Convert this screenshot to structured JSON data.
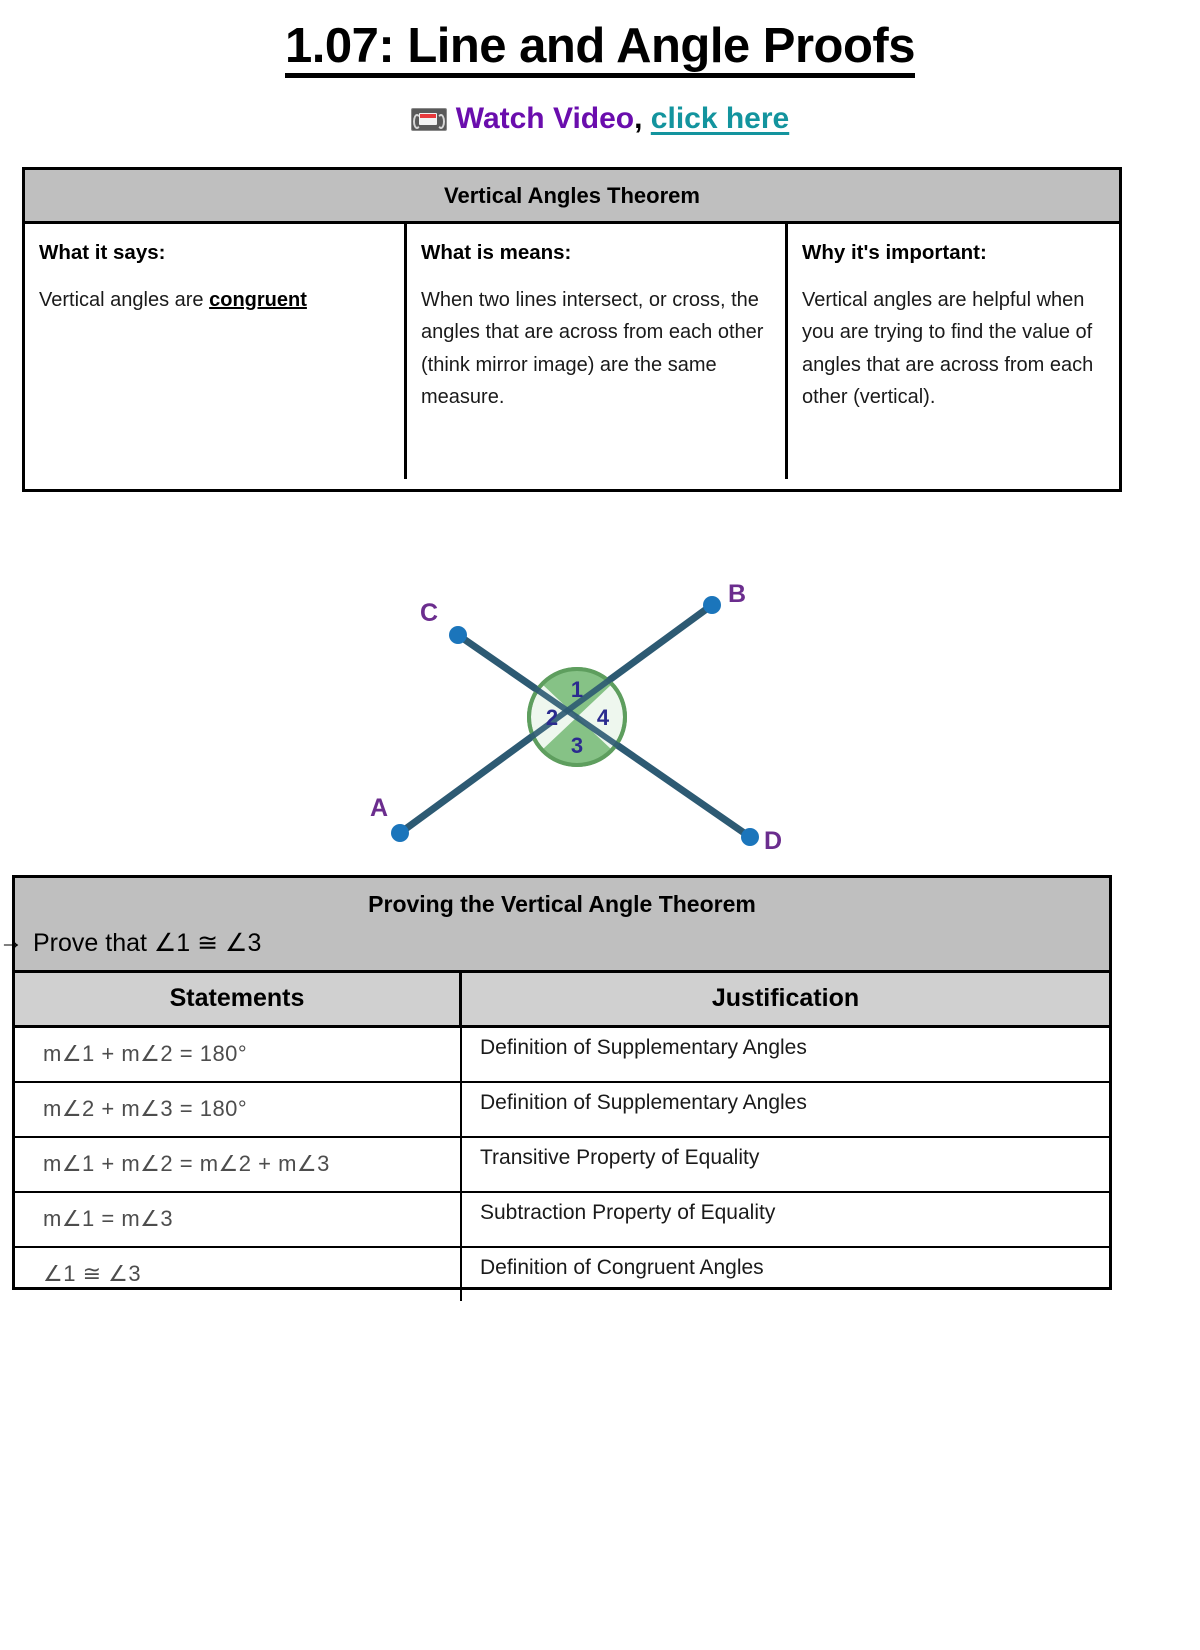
{
  "title": "1.07: Line and Angle Proofs",
  "video": {
    "icon": "video-cassette-icon",
    "watch_label": "Watch Video",
    "comma": ",",
    "link_label": "click here",
    "link_color": "#13949e",
    "watch_color": "#6a0dad"
  },
  "theorem_table": {
    "header": "Vertical Angles Theorem",
    "columns": [
      {
        "heading": "What it says:",
        "text_before": "Vertical angles are ",
        "text_bold": "congruent",
        "text_after": ""
      },
      {
        "heading": "What is means:",
        "text_before": "When two lines intersect, or cross, the angles that are across from each other (think mirror image) are the same measure.",
        "text_bold": "",
        "text_after": ""
      },
      {
        "heading": "Why it's important:",
        "text_before": "Vertical angles are helpful when you are trying to find the value of angles that are across from each other (vertical).",
        "text_bold": "",
        "text_after": ""
      }
    ]
  },
  "diagram": {
    "name": "intersecting-lines-vertical-angles-diagram",
    "point_labels": [
      "A",
      "B",
      "C",
      "D"
    ],
    "angle_labels": [
      "1",
      "2",
      "3",
      "4"
    ],
    "line_color": "#2d5a73",
    "point_color": "#1b75bb",
    "circle_fill": "#7fbf7f",
    "circle_light_fill": "#eef7ee",
    "circle_stroke": "#5e9e5e",
    "label_color": "#6b2d8e",
    "number_color": "#2b2b8f"
  },
  "proof_table": {
    "header": "Proving the Vertical Angle Theorem",
    "prove_arrow": "→",
    "prove_statement": "Prove that ∠1 ≅ ∠3",
    "columns": [
      "Statements",
      "Justification"
    ],
    "rows": [
      {
        "statement": "m∠1 + m∠2 = 180°",
        "justification": "Definition of Supplementary Angles"
      },
      {
        "statement": "m∠2 + m∠3 = 180°",
        "justification": "Definition of Supplementary Angles"
      },
      {
        "statement": "m∠1 + m∠2 = m∠2 + m∠3",
        "justification": "Transitive Property of Equality"
      },
      {
        "statement": "m∠1 = m∠3",
        "justification": "Subtraction Property of Equality"
      },
      {
        "statement": "∠1 ≅ ∠3",
        "justification": "Definition of Congruent Angles"
      }
    ]
  }
}
